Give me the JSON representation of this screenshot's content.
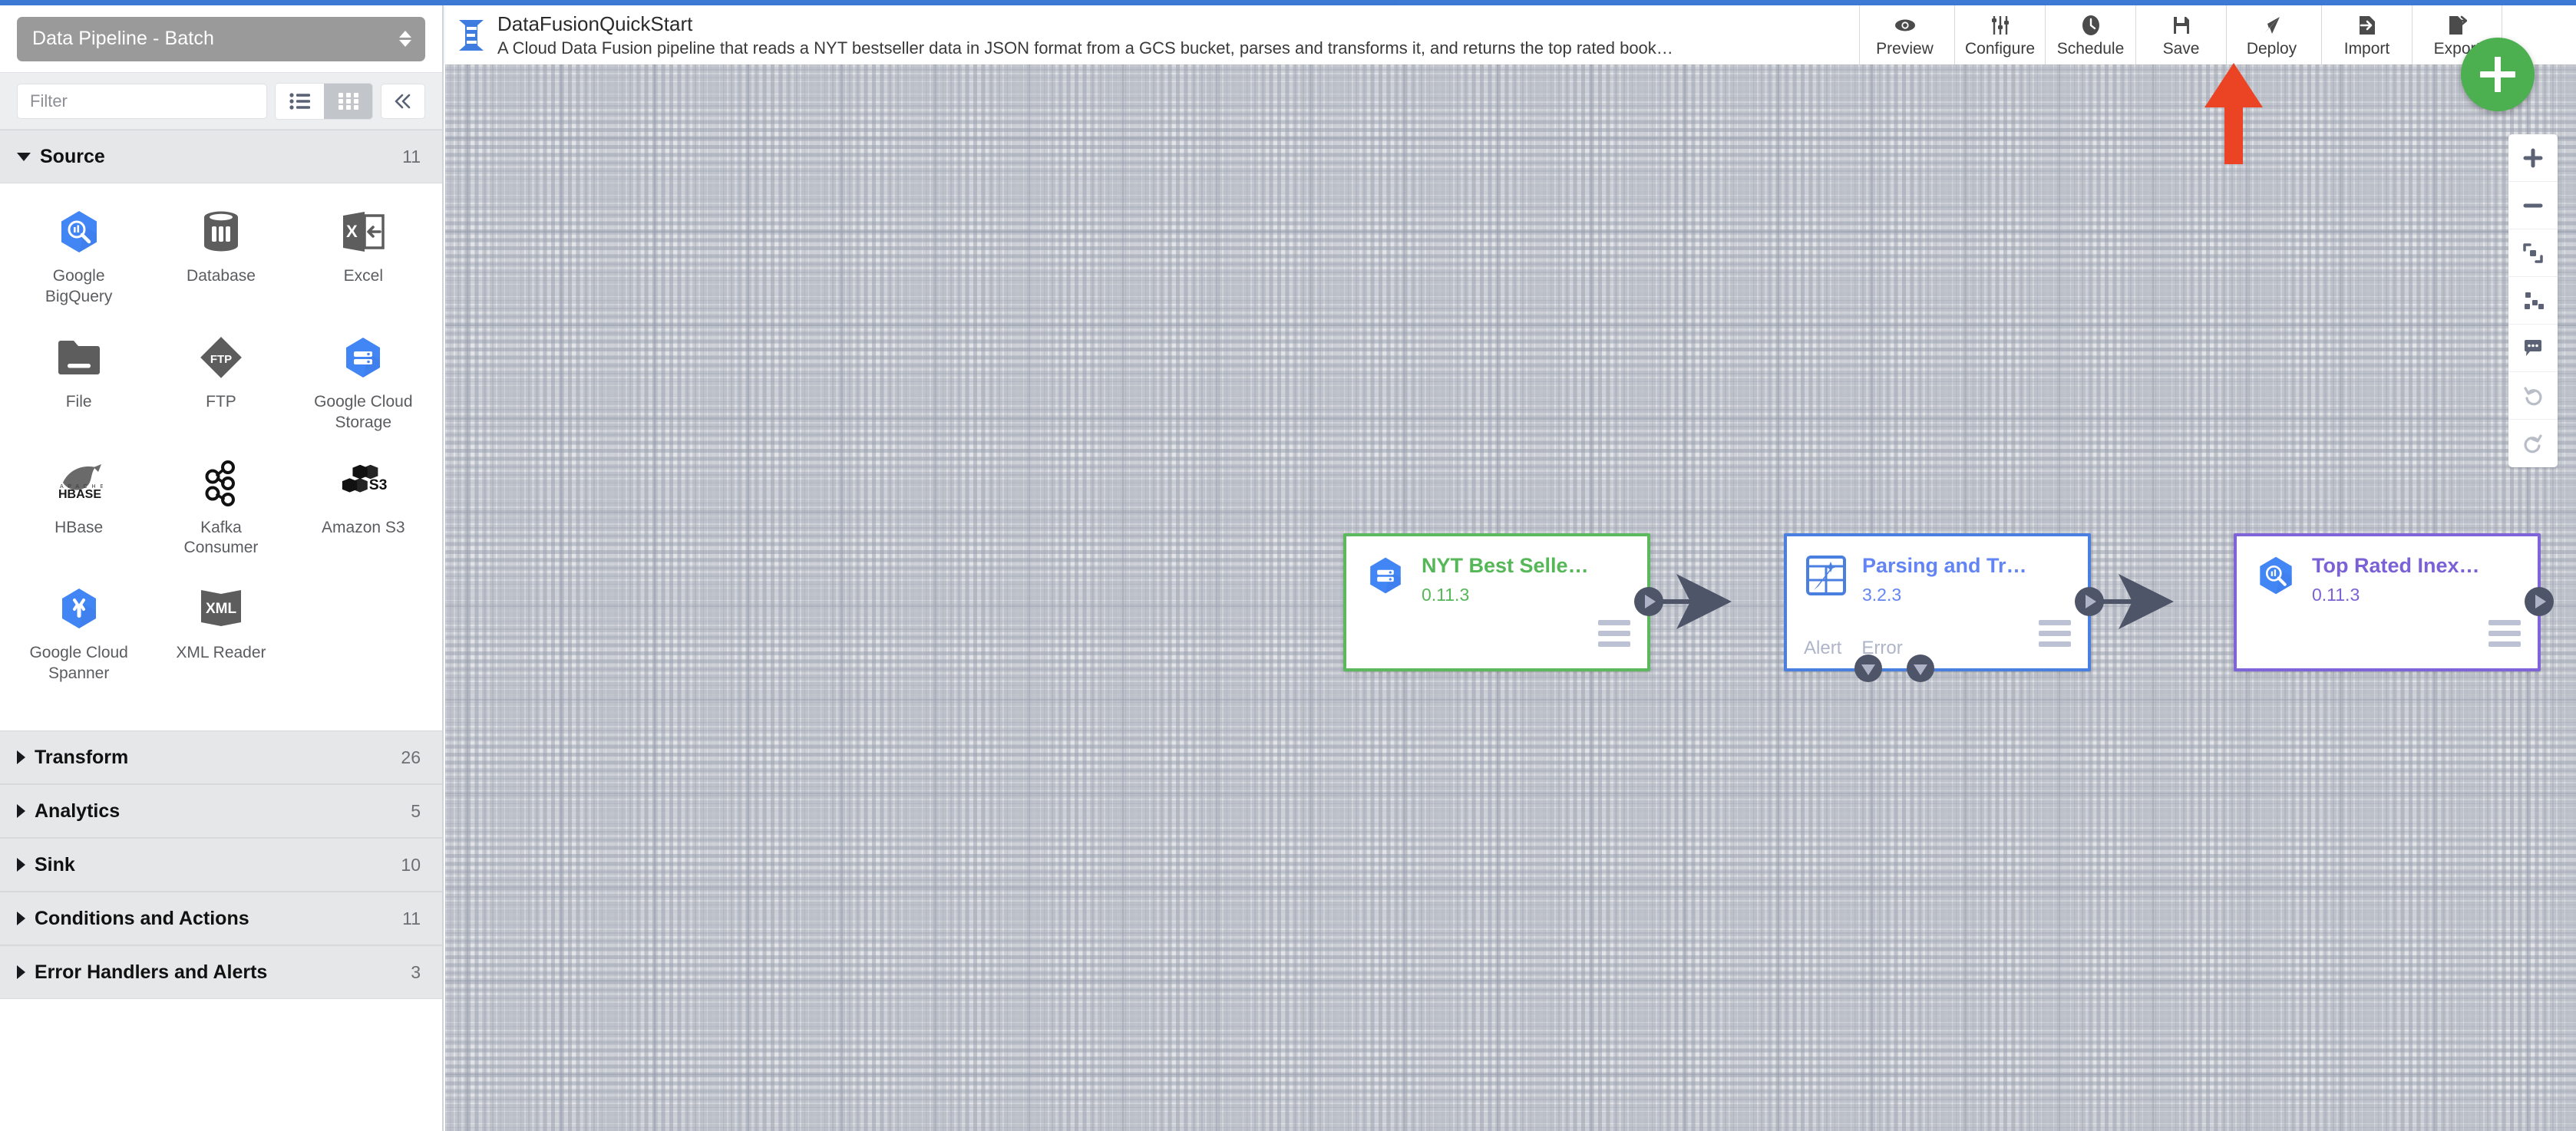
{
  "theme": {
    "accent_blue": "#3c79d4",
    "fab_green": "#4caf50",
    "annotation_red": "#ea4424",
    "canvas_bg": "#e2e4e7",
    "node_source_green": "#5cb85c",
    "node_transform_blue": "#4a7fe0",
    "node_sink_purple": "#7e64d8"
  },
  "sidebar": {
    "pipeline_type": {
      "label": "Data Pipeline - Batch",
      "icon": "spinner-updown-icon"
    },
    "filter": {
      "placeholder": "Filter",
      "value": ""
    },
    "view_toggle": {
      "list_icon": "list-view-icon",
      "grid_icon": "grid-view-icon",
      "active": "grid"
    },
    "collapse_icon": "double-chevron-left-icon",
    "groups": [
      {
        "name": "Source",
        "count": "11",
        "expanded": true,
        "plugins": [
          {
            "name": "Google BigQuery",
            "icon": "google-bigquery-icon"
          },
          {
            "name": "Database",
            "icon": "database-icon"
          },
          {
            "name": "Excel",
            "icon": "excel-icon"
          },
          {
            "name": "File",
            "icon": "file-folder-icon"
          },
          {
            "name": "FTP",
            "icon": "ftp-icon"
          },
          {
            "name": "Google Cloud Storage",
            "icon": "google-cloud-storage-icon"
          },
          {
            "name": "HBase",
            "icon": "hbase-icon"
          },
          {
            "name": "Kafka Consumer",
            "icon": "kafka-icon"
          },
          {
            "name": "Amazon S3",
            "icon": "amazon-s3-icon"
          },
          {
            "name": "Google Cloud Spanner",
            "icon": "google-cloud-spanner-icon"
          },
          {
            "name": "XML Reader",
            "icon": "xml-reader-icon"
          }
        ]
      },
      {
        "name": "Transform",
        "count": "26",
        "expanded": false,
        "plugins": []
      },
      {
        "name": "Analytics",
        "count": "5",
        "expanded": false,
        "plugins": []
      },
      {
        "name": "Sink",
        "count": "10",
        "expanded": false,
        "plugins": []
      },
      {
        "name": "Conditions and Actions",
        "count": "11",
        "expanded": false,
        "plugins": []
      },
      {
        "name": "Error Handlers and Alerts",
        "count": "3",
        "expanded": false,
        "plugins": []
      }
    ]
  },
  "header": {
    "logo_icon": "data-fusion-logo-icon",
    "title": "DataFusionQuickStart",
    "description": "A Cloud Data Fusion pipeline that reads a NYT bestseller data in JSON format from a GCS bucket, parses and transforms it, and returns the top rated book…",
    "actions": [
      {
        "label": "Preview",
        "icon": "eye-icon"
      },
      {
        "label": "Configure",
        "icon": "sliders-icon"
      },
      {
        "label": "Schedule",
        "icon": "clock-icon"
      },
      {
        "label": "Save",
        "icon": "floppy-disk-icon"
      },
      {
        "label": "Deploy",
        "icon": "paper-plane-icon"
      },
      {
        "label": "Import",
        "icon": "import-arrow-icon"
      },
      {
        "label": "Export",
        "icon": "export-arrow-icon"
      }
    ],
    "fab": {
      "icon": "plus-icon",
      "label": "Add"
    }
  },
  "annotation": {
    "arrow": "red-up-arrow",
    "points_to": "Deploy"
  },
  "canvas": {
    "nodes": [
      {
        "id": "node-source",
        "title": "NYT Best Selle…",
        "version": "0.11.3",
        "icon": "google-cloud-storage-icon",
        "accent": "green",
        "menu_icon": "hamburger-menu-icon",
        "ports": []
      },
      {
        "id": "node-transform",
        "title": "Parsing and Tr…",
        "version": "3.2.3",
        "icon": "wrangler-icon",
        "accent": "blue",
        "menu_icon": "hamburger-menu-icon",
        "ports": [
          "Alert",
          "Error"
        ]
      },
      {
        "id": "node-sink",
        "title": "Top Rated Inex…",
        "version": "0.11.3",
        "icon": "google-bigquery-icon",
        "accent": "purple",
        "menu_icon": "hamburger-menu-icon",
        "ports": []
      }
    ],
    "controls": [
      {
        "name": "zoom-in",
        "icon": "plus-icon"
      },
      {
        "name": "zoom-out",
        "icon": "minus-icon"
      },
      {
        "name": "fit-to-screen",
        "icon": "fit-screen-icon"
      },
      {
        "name": "align",
        "icon": "align-nodes-icon"
      },
      {
        "name": "comments",
        "icon": "comment-bubble-icon"
      },
      {
        "name": "undo",
        "icon": "undo-icon"
      },
      {
        "name": "redo",
        "icon": "redo-icon"
      }
    ]
  }
}
